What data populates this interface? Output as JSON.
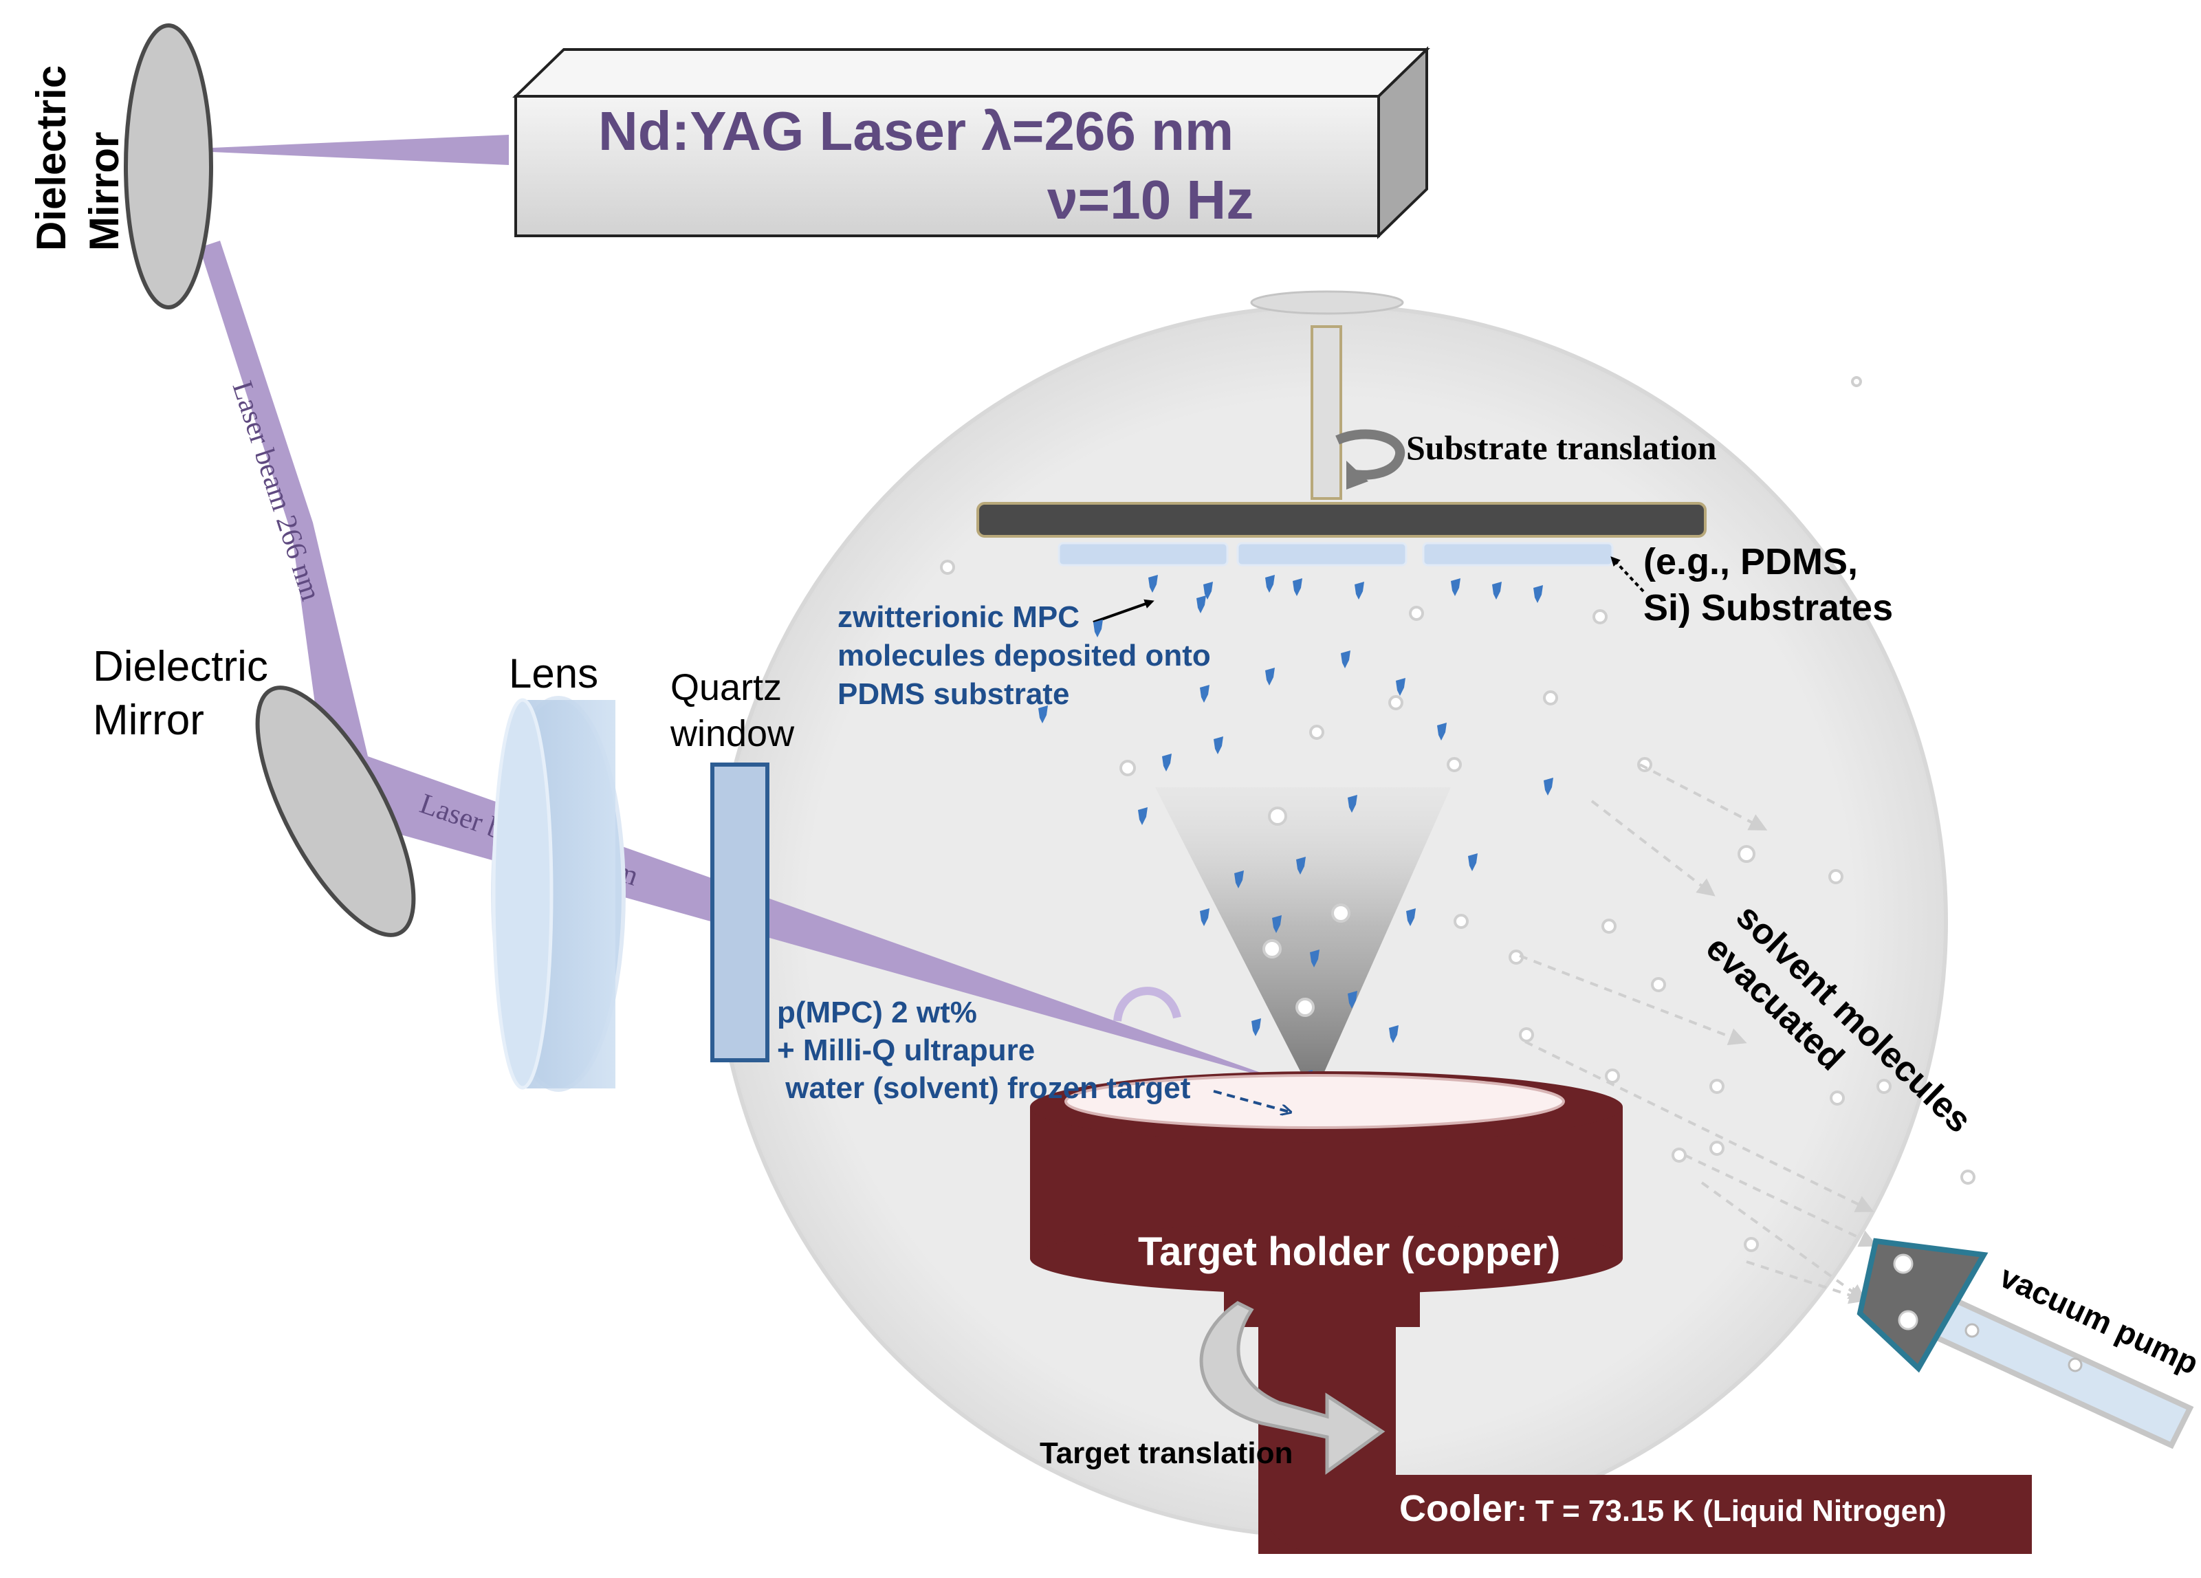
{
  "laser": {
    "line1": "Nd:YAG  Laser  λ=266 nm",
    "line2": "ν=10 Hz"
  },
  "mirrors": {
    "top": {
      "line1": "Dielectric",
      "line2": "Mirror"
    },
    "left": {
      "line1": "Dielectric",
      "line2": "Mirror"
    }
  },
  "beam": {
    "label_vertical": "Laser beam 266 nm",
    "label_horizontal": "Laser beam 266 nm"
  },
  "optics": {
    "lens": "Lens",
    "quartz_line1": "Quartz",
    "quartz_line2": "window"
  },
  "substrate": {
    "translation": "Substrate translation",
    "examples_line1": "(e.g., PDMS,",
    "examples_line2": "Si) Substrates"
  },
  "deposition": {
    "line1": "zwitterionic MPC",
    "line2": "molecules deposited onto",
    "line3": "PDMS substrate"
  },
  "target": {
    "line1": "p(MPC) 2 wt%",
    "line2": "+ Milli-Q ultrapure",
    "line3": " water (solvent) frozen target",
    "holder": "Target holder (copper)",
    "translation": "Target translation"
  },
  "cooler": {
    "label": "Cooler",
    "detail": ": T =  73.15  K (Liquid Nitrogen)"
  },
  "solvent": {
    "line1": "solvent molecules",
    "line2": "evacuated"
  },
  "pump": {
    "label": "vacuum pump"
  },
  "colors": {
    "beam": "#b09ccc",
    "laser_text": "#5f4a80",
    "annotation_blue": "#1f4e8c",
    "copper": "#6b2226",
    "chamber": "#ececec",
    "pump_head": "#6b6b6b",
    "pump_tube": "#d6e4f2"
  }
}
